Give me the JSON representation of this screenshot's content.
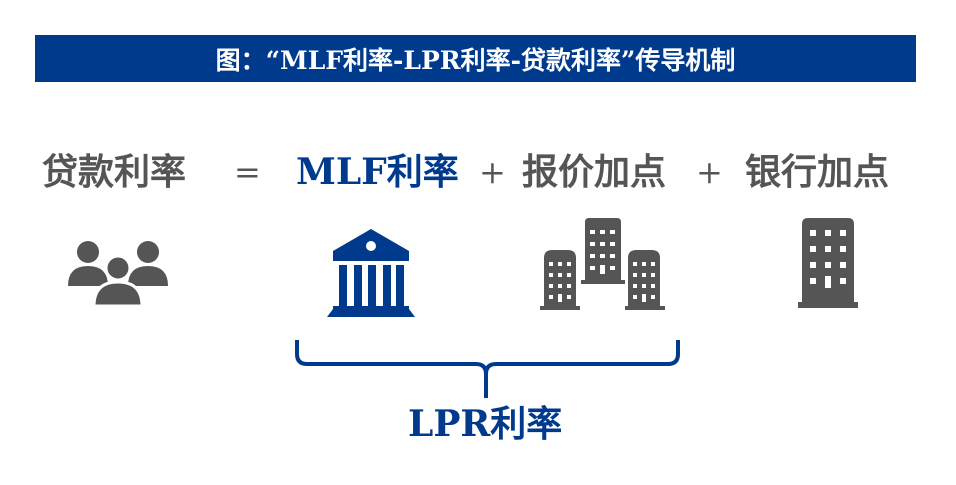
{
  "title": "图：“MLF利率-LPR利率-贷款利率”传导机制",
  "formula": {
    "loan_rate": "贷款利率",
    "equals": "=",
    "mlf_rate": "MLF利率",
    "plus1": "+",
    "quote_spread": "报价加点",
    "plus2": "+",
    "bank_spread": "银行加点"
  },
  "icons": [
    "people-icon",
    "bank-icon",
    "buildings-icon",
    "building-icon"
  ],
  "lpr_label": "LPR利率",
  "colors": {
    "blue": "#003a8c",
    "gray": "#555555"
  }
}
